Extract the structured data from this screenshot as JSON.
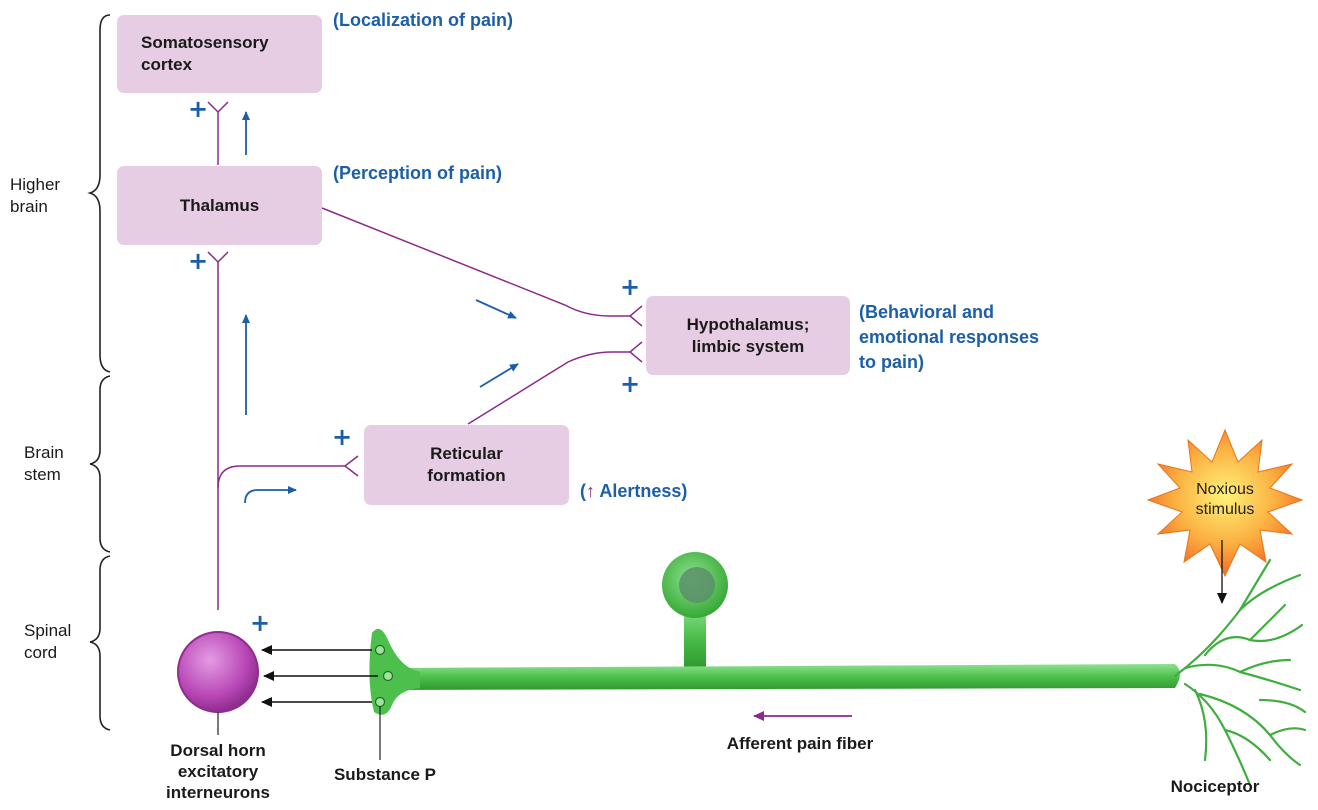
{
  "boxes": {
    "somatosensory": "Somatosensory\ncortex",
    "thalamus": "Thalamus",
    "hypothalamus": "Hypothalamus;\nlimbic system",
    "reticular": "Reticular\nformation"
  },
  "notes": {
    "localization": "(Localization of pain)",
    "perception": "(Perception of pain)",
    "behavioral": "(Behavioral and\nemotional responses\nto pain)",
    "alertness_arrow": "↑",
    "alertness_text": "Alertness)",
    "alertness_open": "("
  },
  "regions": {
    "higher_brain": "Higher\nbrain",
    "brain_stem": "Brain\nstem",
    "spinal_cord": "Spinal\ncord"
  },
  "labels": {
    "dorsal_horn": "Dorsal horn\nexcitatory\ninterneurons",
    "substance_p": "Substance P",
    "afferent": "Afferent pain fiber",
    "nociceptor": "Nociceptor",
    "noxious": "Noxious\nstimulus"
  },
  "plus_sign": "+",
  "colors": {
    "box_fill": "#e6cde4",
    "pathway": "#8b2a8a",
    "arrow_blue": "#1c5fa8",
    "neuron_green": "#4fc24f",
    "interneuron_purple": "#c04fbf",
    "burst_orange": "#f7941d"
  }
}
